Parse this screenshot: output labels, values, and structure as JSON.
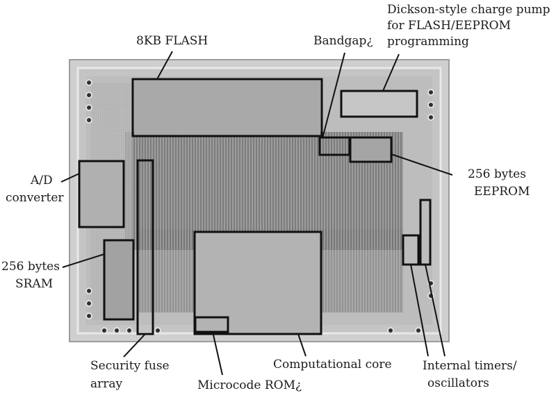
{
  "labels": {
    "flash": "8KB FLASH",
    "bandgap": "Bandgap¿",
    "pump_1": "Dickson-style charge pump",
    "pump_2": "for FLASH/EEPROM",
    "pump_3": "programming",
    "ad_1": "A/D",
    "ad_2": "converter",
    "eeprom_1": "256 bytes",
    "eeprom_2": "EEPROM",
    "sram_1": "256 bytes",
    "sram_2": "SRAM",
    "fuse_1": "Security fuse",
    "fuse_2": "array",
    "microcode": "Microcode ROM¿",
    "core": "Computational core",
    "timers_1": "Internal timers/",
    "timers_2": "oscillators"
  }
}
